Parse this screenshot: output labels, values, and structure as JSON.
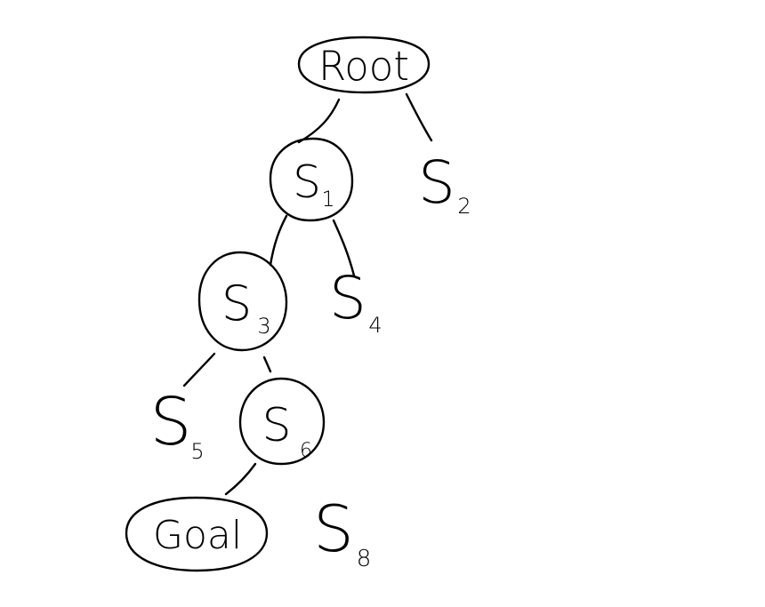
{
  "diagram": {
    "nodes": [
      {
        "id": "root",
        "label": "Root",
        "sub": "",
        "circled": true
      },
      {
        "id": "s1",
        "label": "S",
        "sub": "1",
        "circled": true
      },
      {
        "id": "s2",
        "label": "S",
        "sub": "2",
        "circled": false
      },
      {
        "id": "s3",
        "label": "S",
        "sub": "3",
        "circled": true
      },
      {
        "id": "s4",
        "label": "S",
        "sub": "4",
        "circled": false
      },
      {
        "id": "s5",
        "label": "S",
        "sub": "5",
        "circled": false
      },
      {
        "id": "s6",
        "label": "S",
        "sub": "6",
        "circled": true
      },
      {
        "id": "goal",
        "label": "Goal",
        "sub": "",
        "circled": true
      },
      {
        "id": "s8",
        "label": "S",
        "sub": "8",
        "circled": false
      }
    ],
    "edges": [
      {
        "from": "root",
        "to": "s1"
      },
      {
        "from": "root",
        "to": "s2"
      },
      {
        "from": "s1",
        "to": "s3"
      },
      {
        "from": "s1",
        "to": "s4"
      },
      {
        "from": "s3",
        "to": "s5"
      },
      {
        "from": "s3",
        "to": "s6"
      },
      {
        "from": "s6",
        "to": "goal"
      }
    ]
  }
}
